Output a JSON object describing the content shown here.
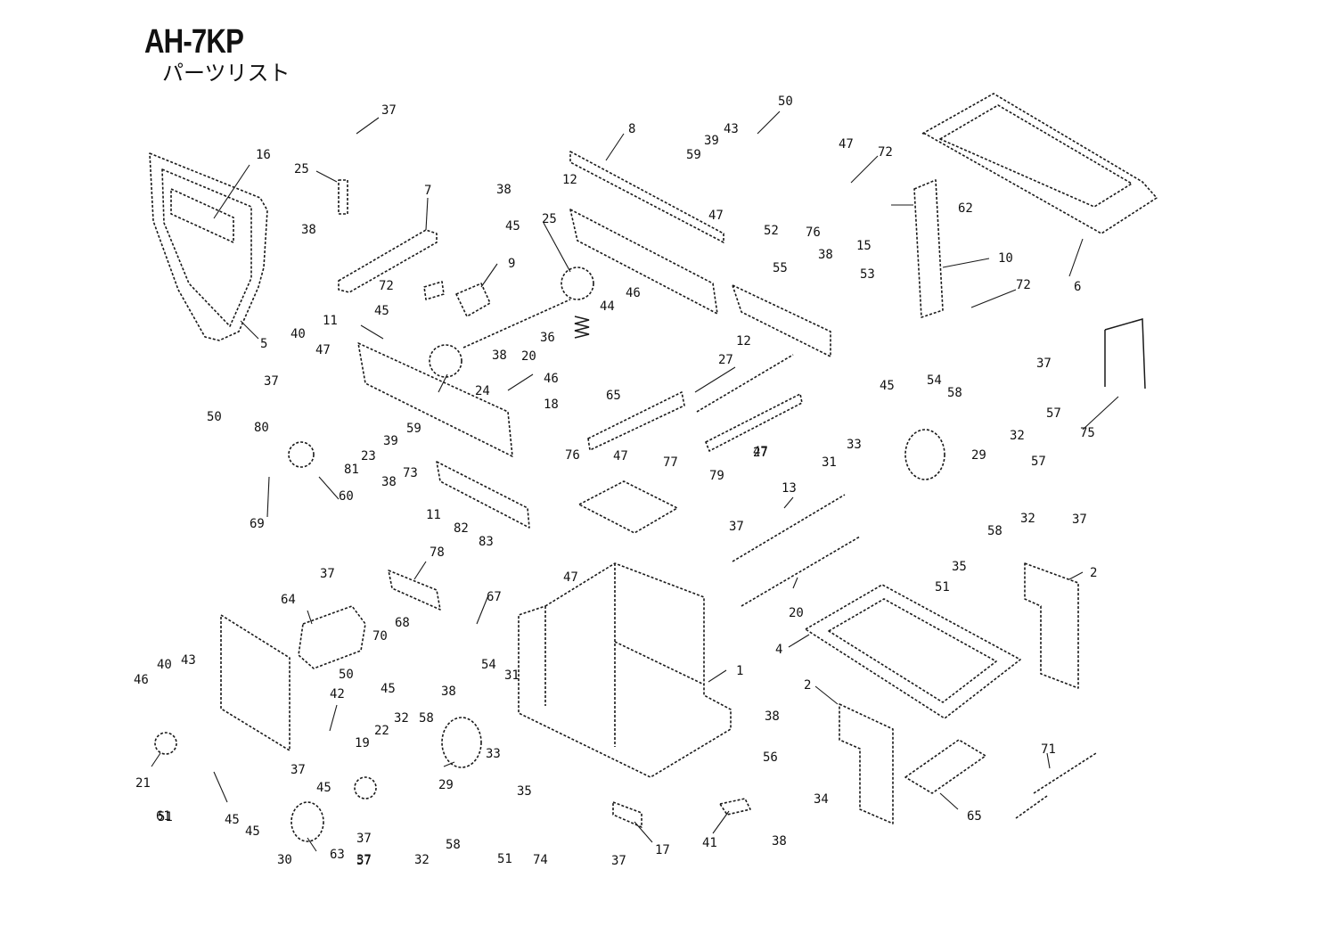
{
  "header": {
    "model": "AH-7KP",
    "subtitle": "パーツリスト"
  },
  "callouts": [
    {
      "id": "c1",
      "label": "1"
    },
    {
      "id": "c2a",
      "label": "2"
    },
    {
      "id": "c2b",
      "label": "2"
    },
    {
      "id": "c4",
      "label": "4"
    },
    {
      "id": "c5",
      "label": "5"
    },
    {
      "id": "c6",
      "label": "6"
    },
    {
      "id": "c7",
      "label": "7"
    },
    {
      "id": "c8",
      "label": "8"
    },
    {
      "id": "c9",
      "label": "9"
    },
    {
      "id": "c10",
      "label": "10"
    },
    {
      "id": "c11a",
      "label": "11"
    },
    {
      "id": "c11b",
      "label": "11"
    },
    {
      "id": "c12a",
      "label": "12"
    },
    {
      "id": "c12b",
      "label": "12"
    },
    {
      "id": "c13",
      "label": "13"
    },
    {
      "id": "c15",
      "label": "15"
    },
    {
      "id": "c16",
      "label": "16"
    },
    {
      "id": "c17",
      "label": "17"
    },
    {
      "id": "c18",
      "label": "18"
    },
    {
      "id": "c19",
      "label": "19"
    },
    {
      "id": "c20a",
      "label": "20"
    },
    {
      "id": "c20b",
      "label": "20"
    },
    {
      "id": "c21",
      "label": "21"
    },
    {
      "id": "c22",
      "label": "22"
    },
    {
      "id": "c23",
      "label": "23"
    },
    {
      "id": "c24",
      "label": "24"
    },
    {
      "id": "c25a",
      "label": "25"
    },
    {
      "id": "c25b",
      "label": "25"
    },
    {
      "id": "c27a",
      "label": "27"
    },
    {
      "id": "c27b",
      "label": "27"
    },
    {
      "id": "c29a",
      "label": "29"
    },
    {
      "id": "c29b",
      "label": "29"
    },
    {
      "id": "c30",
      "label": "30"
    },
    {
      "id": "c31a",
      "label": "31"
    },
    {
      "id": "c31b",
      "label": "31"
    },
    {
      "id": "c32a",
      "label": "32"
    },
    {
      "id": "c32b",
      "label": "32"
    },
    {
      "id": "c32c",
      "label": "32"
    },
    {
      "id": "c32d",
      "label": "32"
    },
    {
      "id": "c33a",
      "label": "33"
    },
    {
      "id": "c33b",
      "label": "33"
    },
    {
      "id": "c34",
      "label": "34"
    },
    {
      "id": "c35a",
      "label": "35"
    },
    {
      "id": "c35b",
      "label": "35"
    },
    {
      "id": "c36",
      "label": "36"
    },
    {
      "id": "c37a",
      "label": "37"
    },
    {
      "id": "c37b",
      "label": "37"
    },
    {
      "id": "c37c",
      "label": "37"
    },
    {
      "id": "c37d",
      "label": "37"
    },
    {
      "id": "c37e",
      "label": "37"
    },
    {
      "id": "c37f",
      "label": "37"
    },
    {
      "id": "c37g",
      "label": "37"
    },
    {
      "id": "c37h",
      "label": "37"
    },
    {
      "id": "c37i",
      "label": "37"
    },
    {
      "id": "c37j",
      "label": "37"
    },
    {
      "id": "c38a",
      "label": "38"
    },
    {
      "id": "c38b",
      "label": "38"
    },
    {
      "id": "c38c",
      "label": "38"
    },
    {
      "id": "c38d",
      "label": "38"
    },
    {
      "id": "c38e",
      "label": "38"
    },
    {
      "id": "c38f",
      "label": "38"
    },
    {
      "id": "c38g",
      "label": "38"
    },
    {
      "id": "c38h",
      "label": "38"
    },
    {
      "id": "c39a",
      "label": "39"
    },
    {
      "id": "c39b",
      "label": "39"
    },
    {
      "id": "c40a",
      "label": "40"
    },
    {
      "id": "c40b",
      "label": "40"
    },
    {
      "id": "c41",
      "label": "41"
    },
    {
      "id": "c42",
      "label": "42"
    },
    {
      "id": "c43a",
      "label": "43"
    },
    {
      "id": "c43b",
      "label": "43"
    },
    {
      "id": "c44",
      "label": "44"
    },
    {
      "id": "c45a",
      "label": "45"
    },
    {
      "id": "c45b",
      "label": "45"
    },
    {
      "id": "c45c",
      "label": "45"
    },
    {
      "id": "c45d",
      "label": "45"
    },
    {
      "id": "c45e",
      "label": "45"
    },
    {
      "id": "c45f",
      "label": "45"
    },
    {
      "id": "c45g",
      "label": "45"
    },
    {
      "id": "c46a",
      "label": "46"
    },
    {
      "id": "c46b",
      "label": "46"
    },
    {
      "id": "c46c",
      "label": "46"
    },
    {
      "id": "c47a",
      "label": "47"
    },
    {
      "id": "c47b",
      "label": "47"
    },
    {
      "id": "c47c",
      "label": "47"
    },
    {
      "id": "c47d",
      "label": "47"
    },
    {
      "id": "c47e",
      "label": "47"
    },
    {
      "id": "c47f",
      "label": "47"
    },
    {
      "id": "c50a",
      "label": "50"
    },
    {
      "id": "c50b",
      "label": "50"
    },
    {
      "id": "c50c",
      "label": "50"
    },
    {
      "id": "c51a",
      "label": "51"
    },
    {
      "id": "c51b",
      "label": "51"
    },
    {
      "id": "c51c",
      "label": "51"
    },
    {
      "id": "c52",
      "label": "52"
    },
    {
      "id": "c53",
      "label": "53"
    },
    {
      "id": "c54a",
      "label": "54"
    },
    {
      "id": "c54b",
      "label": "54"
    },
    {
      "id": "c55",
      "label": "55"
    },
    {
      "id": "c56",
      "label": "56"
    },
    {
      "id": "c57a",
      "label": "57"
    },
    {
      "id": "c57b",
      "label": "57"
    },
    {
      "id": "c57c",
      "label": "57"
    },
    {
      "id": "c58a",
      "label": "58"
    },
    {
      "id": "c58b",
      "label": "58"
    },
    {
      "id": "c58c",
      "label": "58"
    },
    {
      "id": "c58d",
      "label": "58"
    },
    {
      "id": "c59a",
      "label": "59"
    },
    {
      "id": "c59b",
      "label": "59"
    },
    {
      "id": "c60",
      "label": "60"
    },
    {
      "id": "c61",
      "label": "61"
    },
    {
      "id": "c62",
      "label": "62"
    },
    {
      "id": "c63",
      "label": "63"
    },
    {
      "id": "c64",
      "label": "64"
    },
    {
      "id": "c65a",
      "label": "65"
    },
    {
      "id": "c65b",
      "label": "65"
    },
    {
      "id": "c67",
      "label": "67"
    },
    {
      "id": "c68",
      "label": "68"
    },
    {
      "id": "c69",
      "label": "69"
    },
    {
      "id": "c70",
      "label": "70"
    },
    {
      "id": "c71",
      "label": "71"
    },
    {
      "id": "c72a",
      "label": "72"
    },
    {
      "id": "c72b",
      "label": "72"
    },
    {
      "id": "c72c",
      "label": "72"
    },
    {
      "id": "c73",
      "label": "73"
    },
    {
      "id": "c74",
      "label": "74"
    },
    {
      "id": "c75",
      "label": "75"
    },
    {
      "id": "c76a",
      "label": "76"
    },
    {
      "id": "c76b",
      "label": "76"
    },
    {
      "id": "c77",
      "label": "77"
    },
    {
      "id": "c78",
      "label": "78"
    },
    {
      "id": "c79",
      "label": "79"
    },
    {
      "id": "c80",
      "label": "80"
    },
    {
      "id": "c81",
      "label": "81"
    },
    {
      "id": "c82",
      "label": "82"
    },
    {
      "id": "c83",
      "label": "83"
    }
  ]
}
